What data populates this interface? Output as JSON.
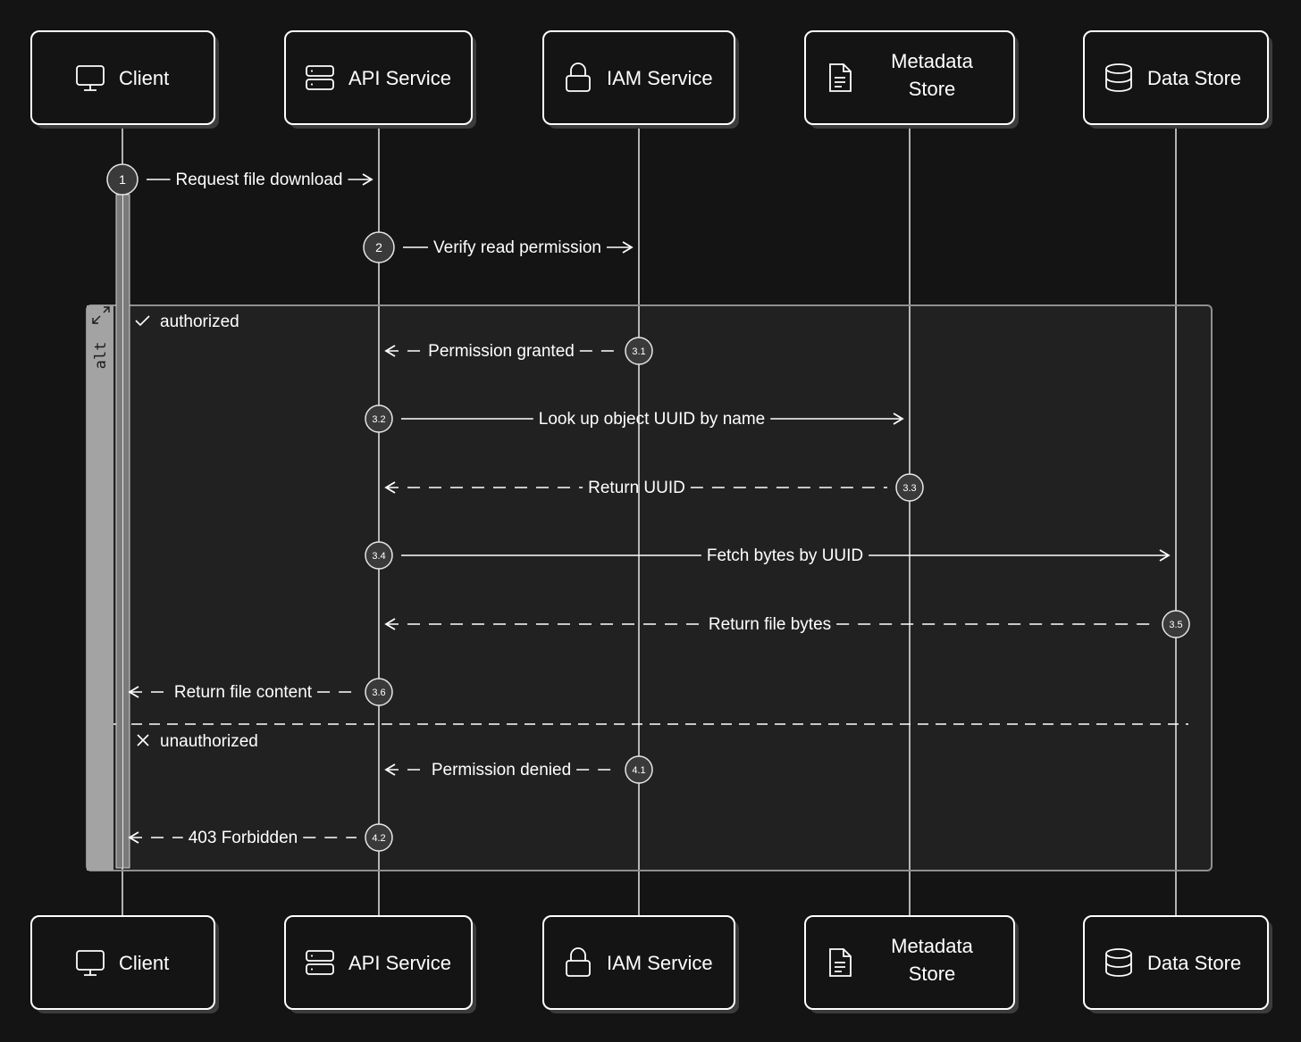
{
  "participants": [
    {
      "id": "client",
      "name": "Client",
      "icon": "monitor-icon"
    },
    {
      "id": "api",
      "name": "API Service",
      "icon": "server-icon"
    },
    {
      "id": "iam",
      "name": "IAM Service",
      "icon": "lock-icon"
    },
    {
      "id": "meta",
      "name": "Metadata Store",
      "icon": "document-icon"
    },
    {
      "id": "data",
      "name": "Data Store",
      "icon": "database-icon"
    }
  ],
  "fragment": {
    "keyword": "alt",
    "branches": [
      {
        "label": "authorized",
        "icon": "check-icon"
      },
      {
        "label": "unauthorized",
        "icon": "x-icon"
      }
    ]
  },
  "messages": [
    {
      "num": "1",
      "label": "Request file download",
      "from": "client",
      "to": "api",
      "style": "solid"
    },
    {
      "num": "2",
      "label": "Verify read permission",
      "from": "api",
      "to": "iam",
      "style": "solid"
    },
    {
      "num": "3.1",
      "label": "Permission granted",
      "from": "iam",
      "to": "api",
      "style": "dashed"
    },
    {
      "num": "3.2",
      "label": "Look up object UUID by name",
      "from": "api",
      "to": "meta",
      "style": "solid"
    },
    {
      "num": "3.3",
      "label": "Return UUID",
      "from": "meta",
      "to": "api",
      "style": "dashed"
    },
    {
      "num": "3.4",
      "label": "Fetch bytes by UUID",
      "from": "api",
      "to": "data",
      "style": "solid"
    },
    {
      "num": "3.5",
      "label": "Return file bytes",
      "from": "data",
      "to": "api",
      "style": "dashed"
    },
    {
      "num": "3.6",
      "label": "Return file content",
      "from": "api",
      "to": "client",
      "style": "dashed"
    },
    {
      "num": "4.1",
      "label": "Permission denied",
      "from": "iam",
      "to": "api",
      "style": "dashed"
    },
    {
      "num": "4.2",
      "label": "403 Forbidden",
      "from": "api",
      "to": "client",
      "style": "dashed"
    }
  ]
}
